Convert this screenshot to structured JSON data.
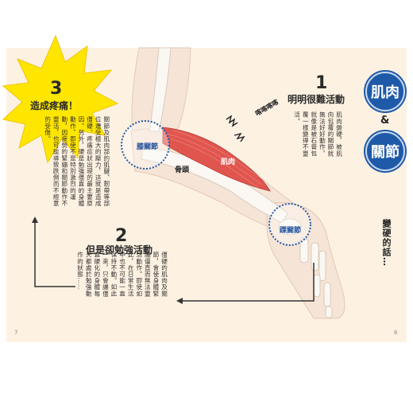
{
  "title": {
    "word1": "肌肉",
    "connector": "&",
    "word2": "關節",
    "subtitle": "變硬的話…"
  },
  "step1": {
    "number": "1",
    "heading": "明明很難活動",
    "body": "肌肉變硬，被肌肉包覆的關節就無法好好動作，就像是被石膏包覆一樣變得不靈活。"
  },
  "step2": {
    "number": "2",
    "heading": "但是卻勉強活動",
    "body": "僵硬的肌肉及關節，會使身體緊繃僵直而無法靈活動作。即使如此，在日常生活中也不可能一直保持不動。如此一來，只會讓僵直硬化的身體每天都處於勉強動作的狀態……"
  },
  "step3": {
    "number": "3",
    "heading": "造成疼痛！",
    "body": "關節及肌肉部的肌腱、韌帶等部位遭受極大的壓力，這就是造成僵硬、疼痛症狀出現的最主要原因。另外，硬是勉強僵直的身體動作，即使不是特別激烈的運動，因疲勞的緊繃和關節動作不靈活，也可能導致跌倒而不經意的受傷。"
  },
  "labels": {
    "knee": "膝關節",
    "bone": "骨頭",
    "muscle": "肌肉",
    "ankle": "踝關節",
    "sound": "喀喀喀喀"
  },
  "page_numbers": {
    "left": "7",
    "right": "6"
  },
  "colors": {
    "title_blue": "#1f5aa8",
    "burst_yellow": "#ffe600",
    "muscle_red": "#e0564f",
    "background": "#fdf2e2"
  }
}
